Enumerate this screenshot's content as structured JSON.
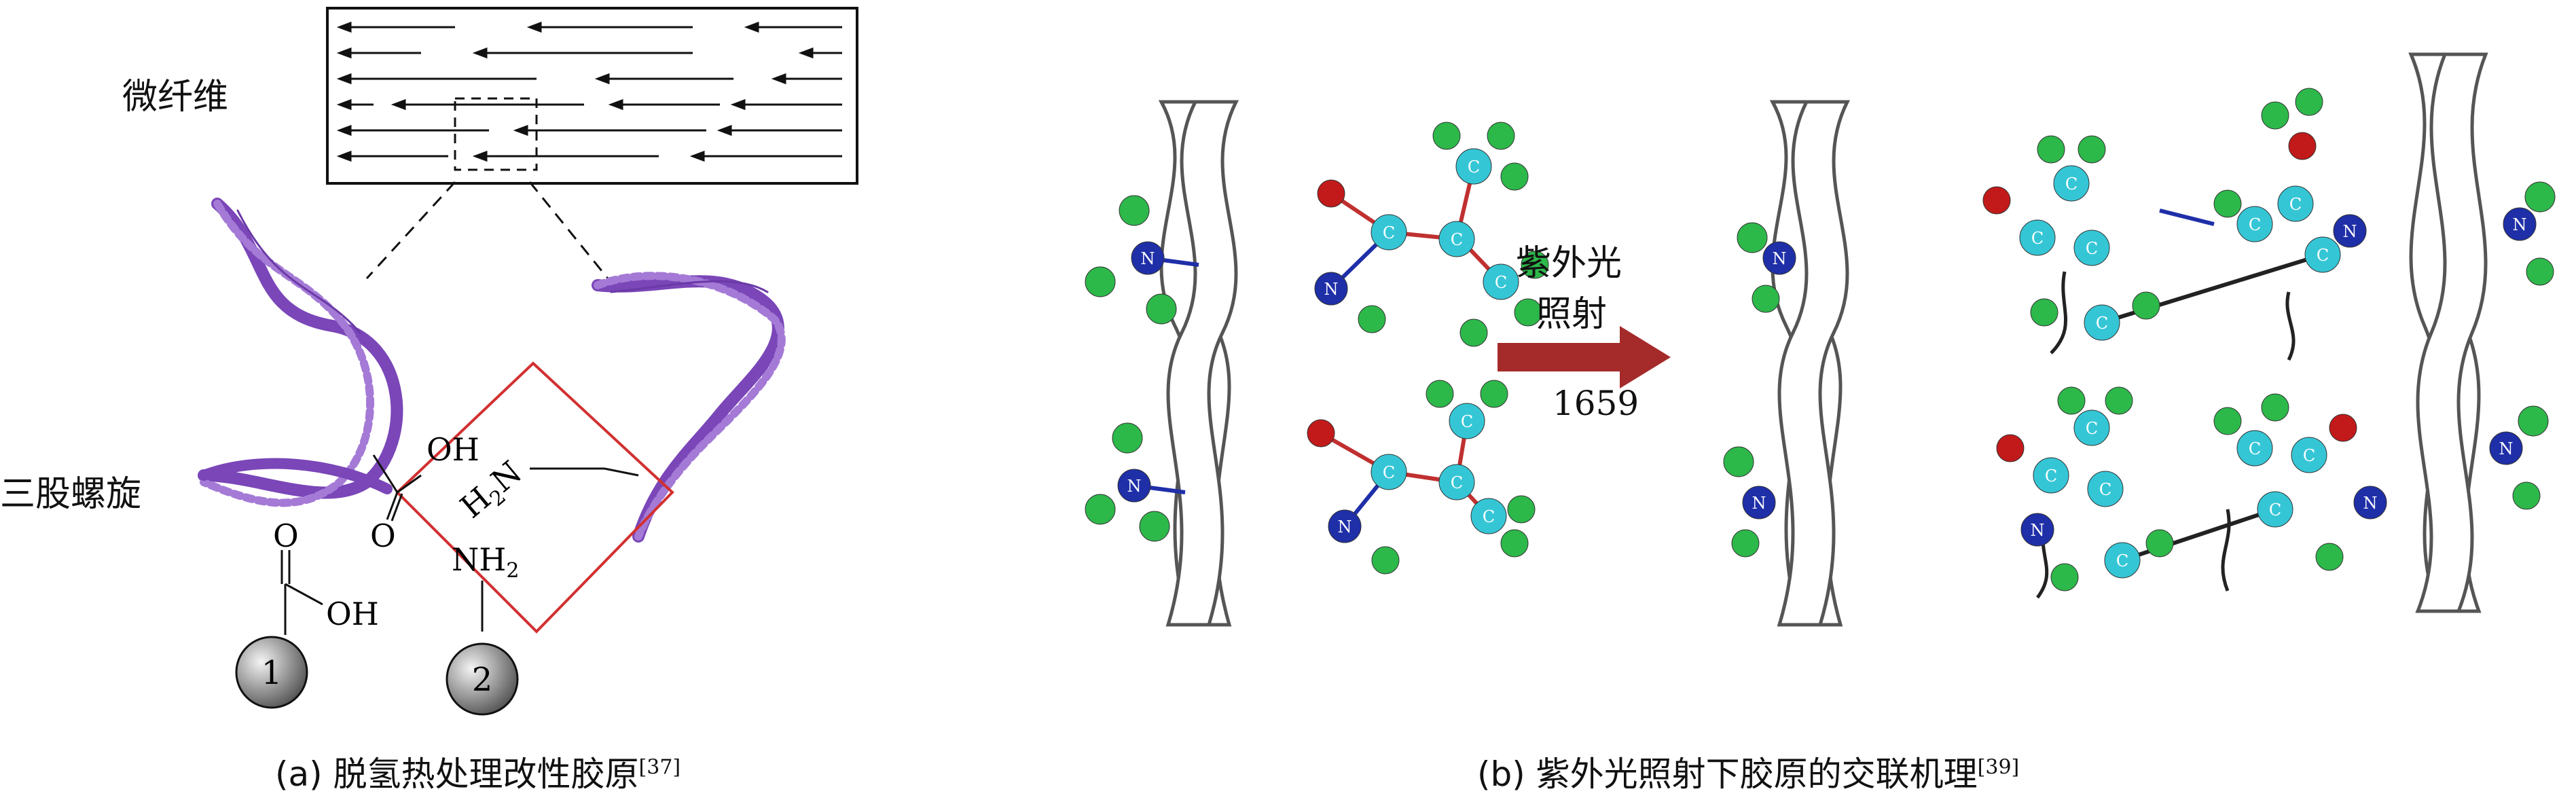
{
  "panel_a": {
    "microfiber_label": "微纤维",
    "triple_helix_label": "三股螺旋",
    "chem": {
      "oh_top": "OH",
      "o_bottom": "O",
      "h2n": "H2N",
      "nh2": "NH2",
      "oh_side": "OH",
      "o_side": "O",
      "bead1": "1",
      "bead2": "2"
    },
    "caption": {
      "text": "(a) 脱氢热处理改性胶原",
      "ref": "[37]"
    },
    "colors": {
      "helix": "#9966cc",
      "box_red": "#d23030"
    }
  },
  "panel_b": {
    "uv_label_line1": "紫外光",
    "uv_label_line2": "照射",
    "wavelength": "1659",
    "atom_labels": {
      "n": "N",
      "c": "C"
    },
    "caption": {
      "text": "(b) 紫外光照射下胶原的交联机理",
      "ref": "[39]"
    },
    "colors": {
      "arrow": "#a52a2a",
      "green_atom": "#2db84a",
      "blue_atom": "#1f2fa8",
      "red_atom": "#c21a1a",
      "cyan_atom": "#35c6d6"
    }
  }
}
